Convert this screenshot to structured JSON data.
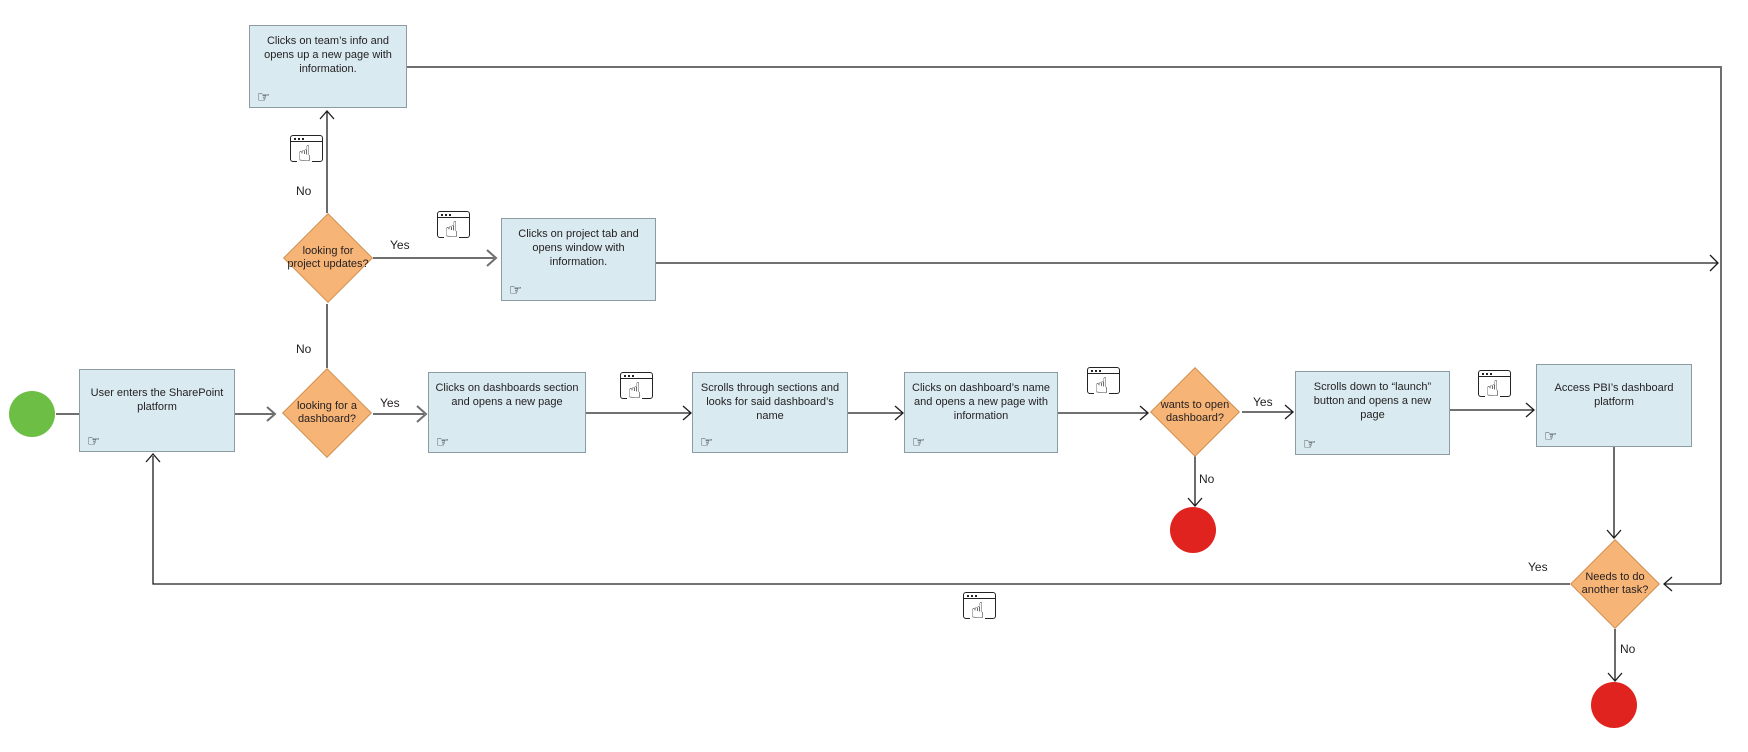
{
  "nodes": {
    "start": {
      "type": "start"
    },
    "user_enters": {
      "type": "process",
      "label": "User enters the SharePoint platform"
    },
    "looking_dashboard": {
      "type": "decision",
      "label": "looking for a dashboard?"
    },
    "looking_updates": {
      "type": "decision",
      "label": "looking for project updates?"
    },
    "teams_info": {
      "type": "process",
      "label": "Clicks on team’s info and opens up a new page with information."
    },
    "project_tab": {
      "type": "process",
      "label": "Clicks on project tab and opens window with information."
    },
    "dashboards_section": {
      "type": "process",
      "label": "Clicks on dashboards section and opens a new page"
    },
    "scroll_sections": {
      "type": "process",
      "label": "Scrolls through sections and looks for said dashboard’s name"
    },
    "click_dashboard_name": {
      "type": "process",
      "label": "Clicks on dashboard’s name and opens a new page with information"
    },
    "wants_open": {
      "type": "decision",
      "label": "wants to open dashboard?"
    },
    "scroll_launch": {
      "type": "process",
      "label": "Scrolls down to “launch” button and opens a new page"
    },
    "access_pbi": {
      "type": "process",
      "label": "Access PBI’s dashboard platform"
    },
    "another_task": {
      "type": "decision",
      "label": "Needs to do another task?"
    },
    "end_no_open": {
      "type": "end"
    },
    "end_done": {
      "type": "end"
    }
  },
  "edge_labels": {
    "yes": "Yes",
    "no": "No"
  },
  "icons": {
    "click_hand_glyph": "☝",
    "pointing_hand_glyph": "☞",
    "browser_click_icon": "browser-window-click-icon",
    "pointing_hand_icon": "pointing-hand-icon"
  },
  "colors": {
    "start_green": "#6cbe44",
    "end_red": "#e0231e",
    "decision_orange": "#f7b477",
    "process_blue": "#d9eaf1",
    "connector_gray": "#6f6f6f",
    "connector_black": "#1c1c1c"
  }
}
